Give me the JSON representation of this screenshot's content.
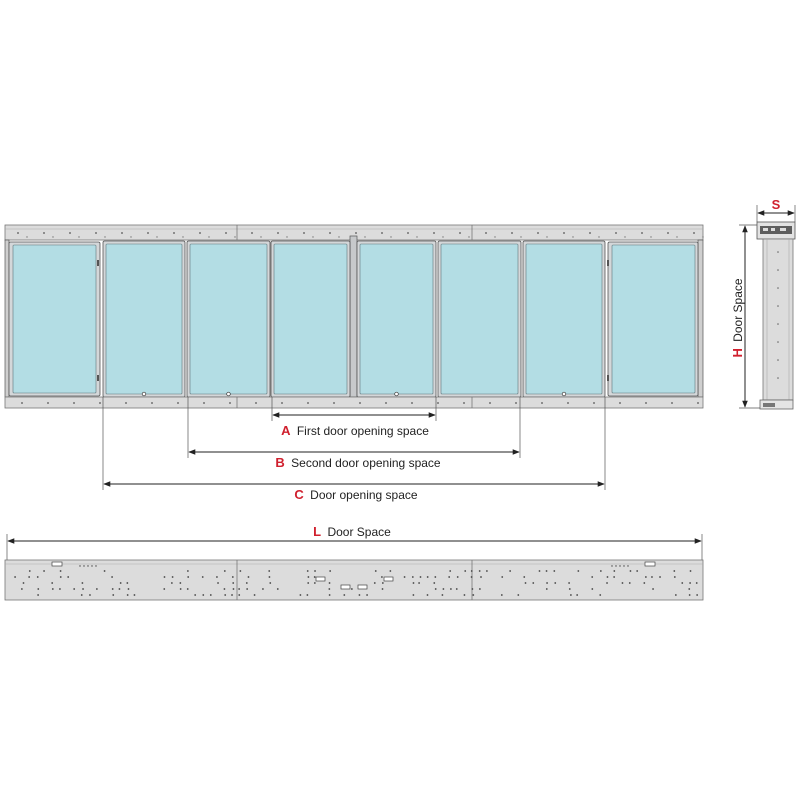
{
  "colors": {
    "glass": "#b3dde4",
    "frame": "#d4d7d9",
    "rail": "#dcdcdc",
    "outline": "#555555",
    "accent": "#d0202e",
    "text": "#222222"
  },
  "dimensions": {
    "a": {
      "letter": "A",
      "label": "First door opening space"
    },
    "b": {
      "letter": "B",
      "label": "Second door opening space"
    },
    "c": {
      "letter": "C",
      "label": "Door opening space"
    },
    "s": {
      "letter": "S"
    },
    "h": {
      "letter": "H",
      "label": "Door Space"
    },
    "l": {
      "letter": "L",
      "label": "Door Space"
    }
  }
}
